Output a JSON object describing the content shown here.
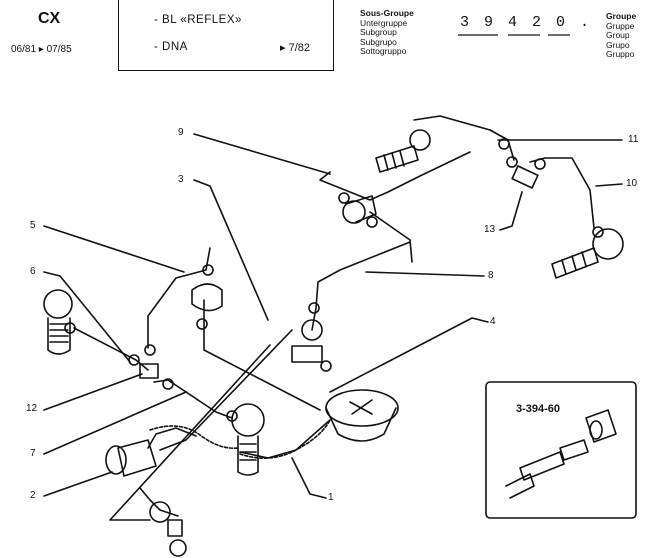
{
  "header": {
    "model": "CX",
    "period": "06/81 ▸ 07/85",
    "line1": "- BL  «REFLEX»",
    "line2": "- DNA",
    "line2_ref": "▸ 7/82",
    "subgroup_labels": [
      "Sous-Groupe",
      "Untergruppe",
      "Subgroup",
      "Subgrupo",
      "Sottogruppo"
    ],
    "part_number": "3 9 4  2 0 .",
    "group_labels": [
      "Groupe",
      "Gruppe",
      "Group",
      "Grupo",
      "Gruppo"
    ]
  },
  "callouts": {
    "c1": "1",
    "c2": "2",
    "c3": "3",
    "c4": "4",
    "c5": "5",
    "c6": "6",
    "c7": "7",
    "c8": "8",
    "c9": "9",
    "c10": "10",
    "c11": "11",
    "c12": "12",
    "c13": "13"
  },
  "inset": {
    "tool_ref": "3-394-60"
  }
}
